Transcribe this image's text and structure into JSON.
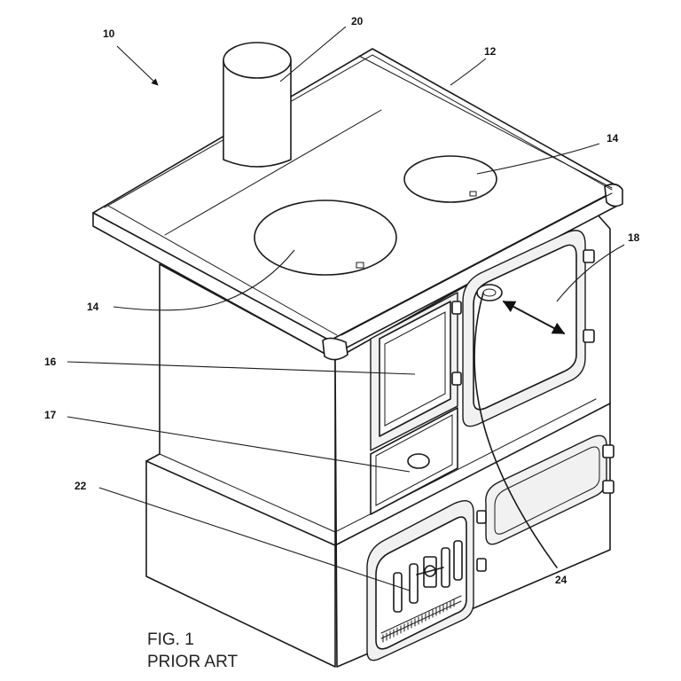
{
  "labels": {
    "fig": "FIG. 1",
    "prior": "PRIOR ART",
    "ref_10": "10",
    "ref_12": "12",
    "ref_14_right": "14",
    "ref_14_left": "14",
    "ref_16": "16",
    "ref_17": "17",
    "ref_18": "18",
    "ref_20": "20",
    "ref_22": "22",
    "ref_24": "24"
  }
}
